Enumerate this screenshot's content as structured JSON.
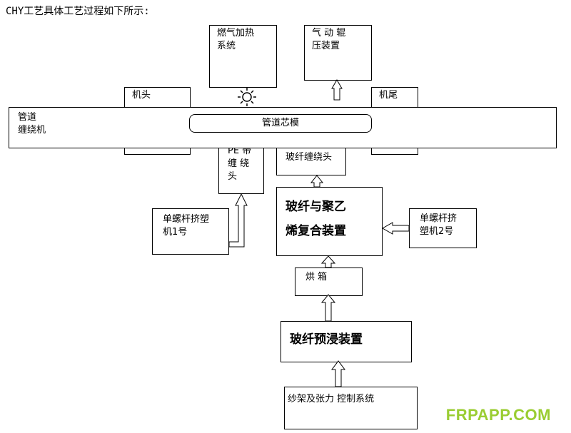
{
  "intro_text": "CHY工艺具体工艺过程如下所示:",
  "boxes": {
    "gas_heating": [
      "燃气加热",
      "系统"
    ],
    "roller": [
      "气 动 辊",
      "压装置"
    ],
    "head": "机头",
    "tail": "机尾",
    "pipe_winder": [
      "管道",
      "缠绕机"
    ],
    "core_mold": "管道芯模",
    "pe_belt": [
      "PE 带",
      "缠 绕",
      "头"
    ],
    "fiber_winding_head": "玻纤缠绕头",
    "composite": [
      "玻纤与聚乙",
      "烯复合装置"
    ],
    "extruder1": [
      "单螺杆挤塑",
      "机1号"
    ],
    "extruder2": [
      "单螺杆挤",
      "塑机2号"
    ],
    "oven": "烘 箱",
    "preimpregnation": "玻纤预浸装置",
    "creel": "纱架及张力 控制系统"
  },
  "watermark": "FRPAPP.COM"
}
